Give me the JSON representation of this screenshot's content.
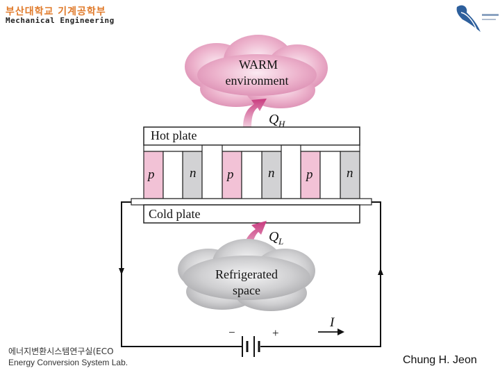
{
  "header": {
    "dept_korean": "부산대학교 기계공학부",
    "dept_english": "Mechanical Engineering"
  },
  "logo": {
    "icon": "university-seal-icon"
  },
  "diagram": {
    "warm_label_line1": "WARM",
    "warm_label_line2": "environment",
    "qh_symbol": "Q",
    "qh_subscript": "H",
    "hot_plate_label": "Hot plate",
    "cold_plate_label": "Cold plate",
    "ql_symbol": "Q",
    "ql_subscript": "L",
    "refrigerated_line1": "Refrigerated",
    "refrigerated_line2": "space",
    "p_label": "p",
    "n_label": "n",
    "minus_sign": "−",
    "plus_sign": "+",
    "current_symbol": "I",
    "colors": {
      "warm_cloud": "#e8a6c4",
      "cold_cloud": "#c6c6c8",
      "p_type": "#f2c2d6",
      "n_type": "#d2d2d4",
      "arrow": "#c83a7e"
    }
  },
  "footer": {
    "lab_korean": "에너지변환시스템연구실(ECO",
    "lab_english": "Energy Conversion System Lab.",
    "author": "Chung H. Jeon"
  }
}
